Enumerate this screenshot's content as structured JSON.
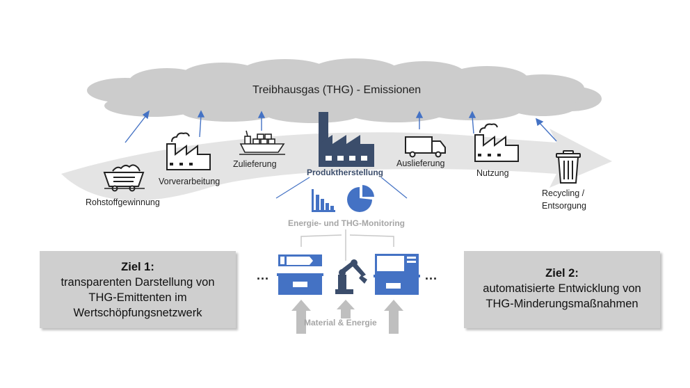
{
  "cloud": {
    "title": "Treibhausgas (THG) - Emissionen"
  },
  "stages": {
    "rohstoff": "Rohstoffgewinnung",
    "vorarbeitung": "Vorverarbeitung",
    "zulieferung": "Zulieferung",
    "produkt": "Produktherstellung",
    "auslieferung": "Auslieferung",
    "nutzung": "Nutzung",
    "recycling_1": "Recycling /",
    "recycling_2": "Entsorgung"
  },
  "monitoring": {
    "label": "Energie- und THG-Monitoring"
  },
  "flow": {
    "label": "Material & Energie",
    "ellipsis_left": "...",
    "ellipsis_right": "..."
  },
  "goal1": {
    "title": "Ziel 1:",
    "line1": "transparenten Darstellung von",
    "line2": "THG-Emittenten im",
    "line3": "Wertschöpfungsnetzwerk"
  },
  "goal2": {
    "title": "Ziel 2:",
    "line1": "automatisierte Entwicklung von",
    "line2": "THG-Minderungsmaßnahmen"
  },
  "colors": {
    "cloud": "#cccccc",
    "band": "#e4e4e4",
    "accent_blue": "#4472c4",
    "factory_dark": "#3b4d6b",
    "goal_box": "#cfcfcf",
    "arrow_gray": "#bfbfbf"
  },
  "icons": [
    "mine-cart-icon",
    "factory-icon",
    "ship-icon",
    "big-factory-icon",
    "bar-chart-icon",
    "pie-chart-icon",
    "truck-icon",
    "factory-icon",
    "trash-icon",
    "machine-icon",
    "robot-arm-icon",
    "monitor-machine-icon"
  ]
}
